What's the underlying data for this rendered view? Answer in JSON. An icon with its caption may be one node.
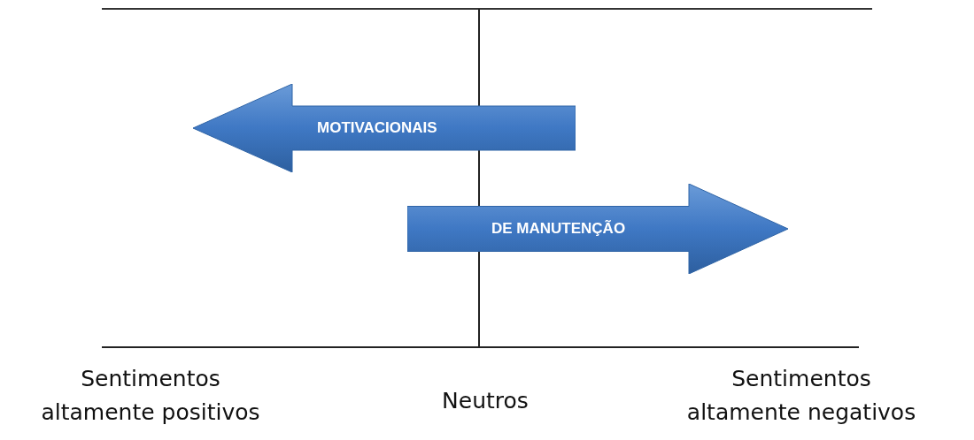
{
  "diagram": {
    "nodes": [
      {
        "text": [
          "MOTIVACIONAIS"
        ]
      },
      {
        "text": [
          "DE MANUTENÇÃO"
        ]
      }
    ],
    "labels": [
      "Sentimentos altamente positivos",
      "Neutros",
      "Sentimentos altamente negativos"
    ]
  }
}
